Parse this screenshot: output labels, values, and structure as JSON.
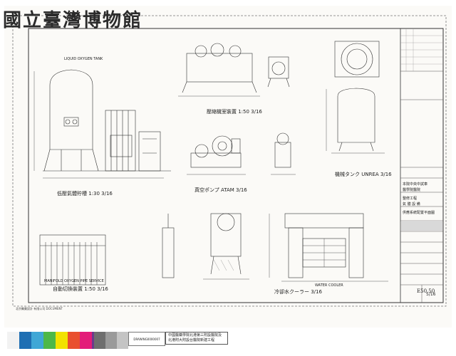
{
  "header": {
    "watermark": "國立臺灣博物館"
  },
  "drawing": {
    "labels": {
      "liquid_oxygen_tank": "LIQUID OXYGEN TANK",
      "compressor_plant": "壓縮機室裝置 1:50  3/16",
      "vacuum_pump": "真空ポンプ  ATAM  3/16",
      "tank_elev": "機械タンク  UNREA  3/16",
      "gas_panel": "低壓氣體貯槽  1:30  3/16",
      "manifold": "MANIFOLD   OXYGEN PIPE  SERVICE",
      "manifold_cn": "自動切換裝置  1:50  3/16",
      "water_cooler": "WATER COOLER",
      "water_cooler_cn": "冷卻水クーラー  3/16",
      "sheet_number": "E50.50",
      "sheet_frac": "5/16",
      "footnote": "北京醫藥設計 有限公司 DOCUMENT"
    },
    "title_block": [
      "本院中央中試車",
      "醫學院醫院",
      "整修工程",
      "氣 體 設 備",
      "供應系統配置平面圖"
    ]
  },
  "archive_label": {
    "line1": "中國醫藥學院北港第三附設醫院及",
    "line2": "北港附大附設台醫院新建工程"
  },
  "barcode_label": "DRAWING0000007",
  "colors": {
    "swatches": [
      "#f2f2f2",
      "#1f6fb3",
      "#3fa7d6",
      "#4db848",
      "#f2e200",
      "#e94f2f",
      "#e31c79",
      "#6b3a8c",
      "#f0b2c3"
    ],
    "greys": [
      "#6e6e6e",
      "#9a9a9a",
      "#c4c4c4"
    ]
  }
}
